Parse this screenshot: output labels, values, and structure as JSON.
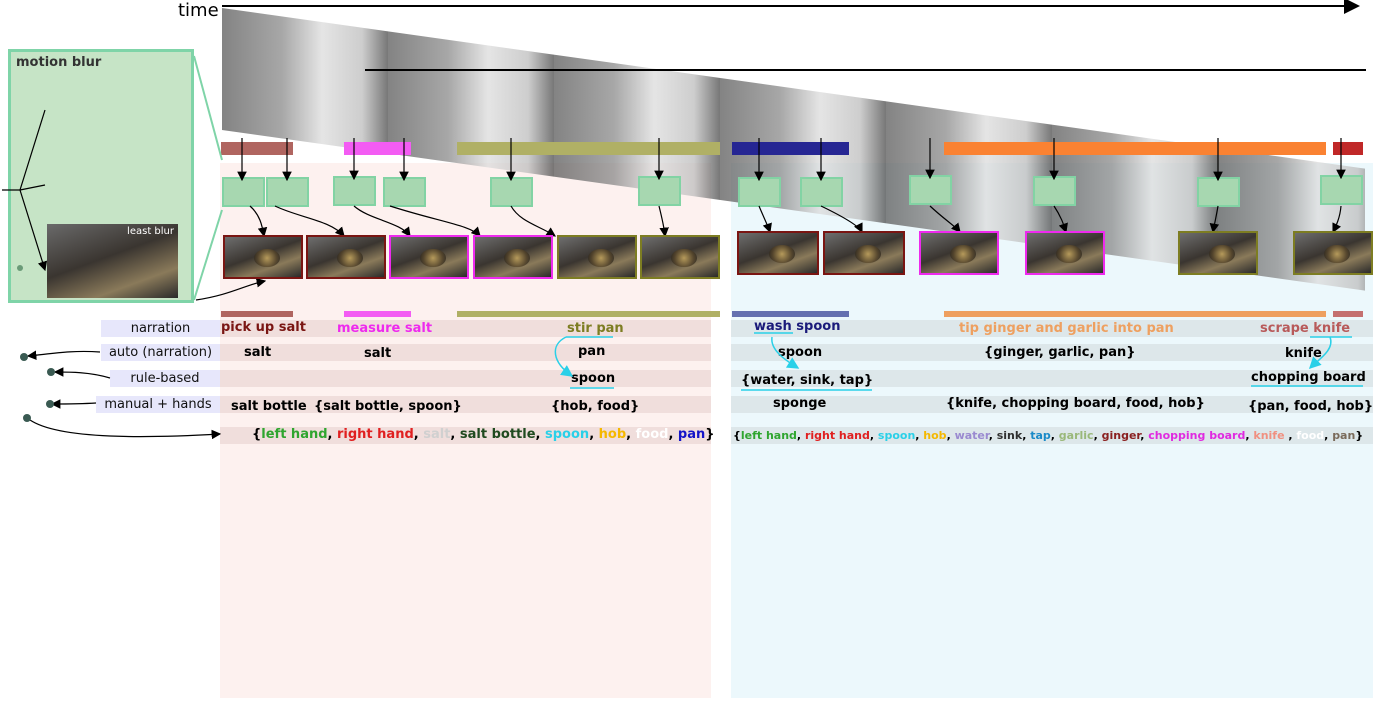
{
  "time_label": "time",
  "motion_blur": {
    "title": "motion blur",
    "least_blur": "least blur"
  },
  "rows": {
    "narration": "narration",
    "auto": "auto (narration)",
    "rule": "rule-based",
    "manual": "manual + hands"
  },
  "actions": [
    {
      "text": "pick up salt",
      "color": "#7a1512"
    },
    {
      "text": "measure salt",
      "color": "#ee2aee"
    },
    {
      "text": "stir pan",
      "color": "#7d7d22"
    },
    {
      "text": "wash spoon",
      "color": "#1a1a7a"
    },
    {
      "text": "tip ginger and garlic into pan",
      "color": "#eea060"
    },
    {
      "text": "scrape knife",
      "color": "#b85a5a"
    }
  ],
  "auto_nouns": [
    "salt",
    "salt",
    "pan",
    "spoon",
    "{ginger, garlic, pan}",
    "knife"
  ],
  "rule_based": [
    "spoon",
    "{water, sink, tap}",
    "chopping board"
  ],
  "manual": [
    "salt bottle",
    "{salt bottle, spoon}",
    "{hob, food}",
    "sponge",
    "{knife, chopping board, food, hob}",
    "{pan, food, hob}"
  ],
  "objects_left": [
    {
      "text": "{",
      "color": "#000000"
    },
    {
      "text": "left hand",
      "color": "#2fa52f"
    },
    {
      "text": ", ",
      "color": "#000000"
    },
    {
      "text": "right hand",
      "color": "#e02020"
    },
    {
      "text": ", ",
      "color": "#000000"
    },
    {
      "text": "salt",
      "color": "#d0d0d0"
    },
    {
      "text": ", ",
      "color": "#000000"
    },
    {
      "text": "salt bottle",
      "color": "#1f4a1f"
    },
    {
      "text": ", ",
      "color": "#000000"
    },
    {
      "text": "spoon",
      "color": "#2ad0e8"
    },
    {
      "text": ", ",
      "color": "#000000"
    },
    {
      "text": "hob",
      "color": "#f5b800"
    },
    {
      "text": ", ",
      "color": "#000000"
    },
    {
      "text": "food",
      "color": "#ffffff"
    },
    {
      "text": ", ",
      "color": "#000000"
    },
    {
      "text": "pan",
      "color": "#1414c8"
    },
    {
      "text": "}",
      "color": "#000000"
    }
  ],
  "objects_right": [
    {
      "text": "{",
      "color": "#000000"
    },
    {
      "text": "left hand",
      "color": "#2fa52f"
    },
    {
      "text": ", ",
      "color": "#000000"
    },
    {
      "text": "right hand",
      "color": "#e02020"
    },
    {
      "text": ", ",
      "color": "#000000"
    },
    {
      "text": "spoon",
      "color": "#2ad0e8"
    },
    {
      "text": ", ",
      "color": "#000000"
    },
    {
      "text": "hob",
      "color": "#f5b800"
    },
    {
      "text": ", ",
      "color": "#000000"
    },
    {
      "text": "water",
      "color": "#9a8ad0"
    },
    {
      "text": ", ",
      "color": "#000000"
    },
    {
      "text": "sink",
      "color": "#303030"
    },
    {
      "text": ", ",
      "color": "#000000"
    },
    {
      "text": "tap",
      "color": "#1a8ac8"
    },
    {
      "text": ", ",
      "color": "#000000"
    },
    {
      "text": "garlic",
      "color": "#9ab87a"
    },
    {
      "text": ", ",
      "color": "#000000"
    },
    {
      "text": "ginger",
      "color": "#8a2020"
    },
    {
      "text": ", ",
      "color": "#000000"
    },
    {
      "text": "chopping board",
      "color": "#e02ae0"
    },
    {
      "text": ", ",
      "color": "#000000"
    },
    {
      "text": "knife",
      "color": "#f09080"
    },
    {
      "text": " , ",
      "color": "#000000"
    },
    {
      "text": "food",
      "color": "#ffffff"
    },
    {
      "text": ", ",
      "color": "#000000"
    },
    {
      "text": "pan",
      "color": "#7a6a5a"
    },
    {
      "text": "}",
      "color": "#000000"
    }
  ]
}
